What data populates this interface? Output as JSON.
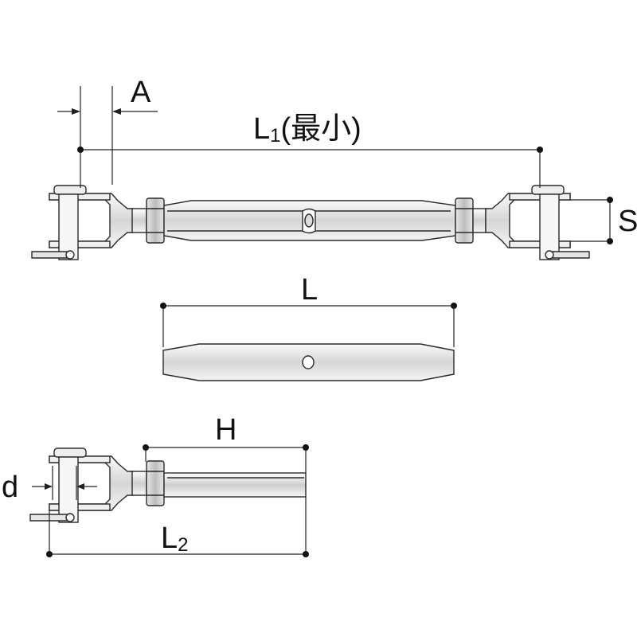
{
  "labels": {
    "a": "A",
    "l1_main": "L",
    "l1_sub": "1",
    "l1_note": "(最小)",
    "s": "S",
    "l": "L",
    "h": "H",
    "d": "d",
    "l2_main": "L",
    "l2_sub": "2"
  },
  "colors": {
    "line": "#222222",
    "fill_light": "#f2f2f2",
    "fill_mid": "#dcdcdc",
    "fill_dark": "#c4c4c4"
  }
}
